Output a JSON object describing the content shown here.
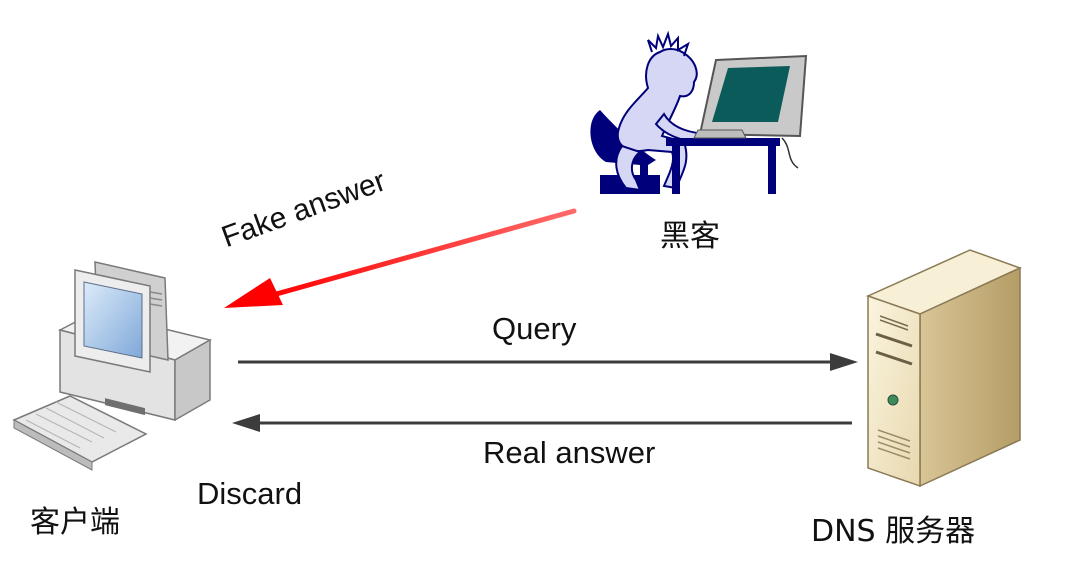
{
  "labels": {
    "fake_answer": "Fake answer",
    "query": "Query",
    "real_answer": "Real answer",
    "discard": "Discard",
    "hacker": "黑客",
    "client": "客户端",
    "dns_server": "DNS 服务器"
  },
  "colors": {
    "fake_arrow": "#ff0000",
    "normal_arrow": "#3c3c3c",
    "hacker_skin": "#d6d6f5",
    "hacker_outline": "#00007a",
    "monitor_screen_hacker": "#0b5b5b",
    "computer_body": "#e6e6e6",
    "client_screen": "#9fbfe5",
    "server_body": "#f1e6c7"
  },
  "icons": {
    "hacker": "hacker-at-desk-icon",
    "client": "desktop-computer-icon",
    "server": "server-tower-icon"
  }
}
